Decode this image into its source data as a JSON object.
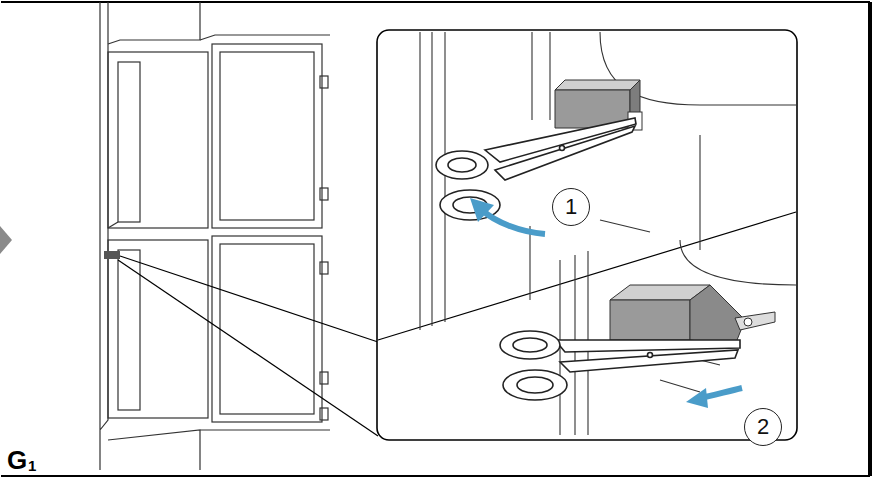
{
  "diagram": {
    "nodes": [
      {
        "text": [
          "1"
        ]
      },
      {
        "text": [
          "2"
        ]
      }
    ],
    "labels": [
      "G",
      "1"
    ]
  }
}
